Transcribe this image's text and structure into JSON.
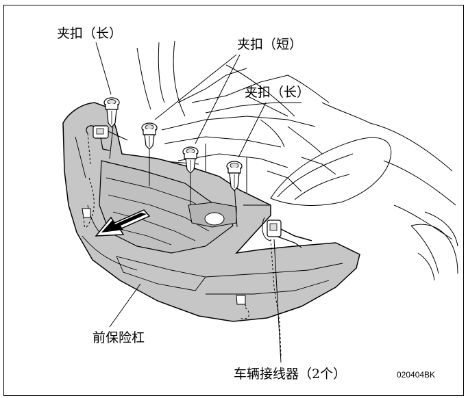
{
  "labels": {
    "clip_long_left": "夹扣（长）",
    "clip_short": "夹扣（短）",
    "clip_long_right": "夹扣（长）",
    "front_bumper": "前保险杠",
    "vehicle_connector": "车辆接线器（2个）"
  },
  "figure_code": "020404BK",
  "colors": {
    "bumper_fill": "#c6c6c6",
    "line": "#000000",
    "background": "#ffffff"
  },
  "icons": {
    "direction_arrow": "removal-direction-arrow",
    "clip": "push-clip-icon",
    "connector": "electrical-connector-icon"
  }
}
